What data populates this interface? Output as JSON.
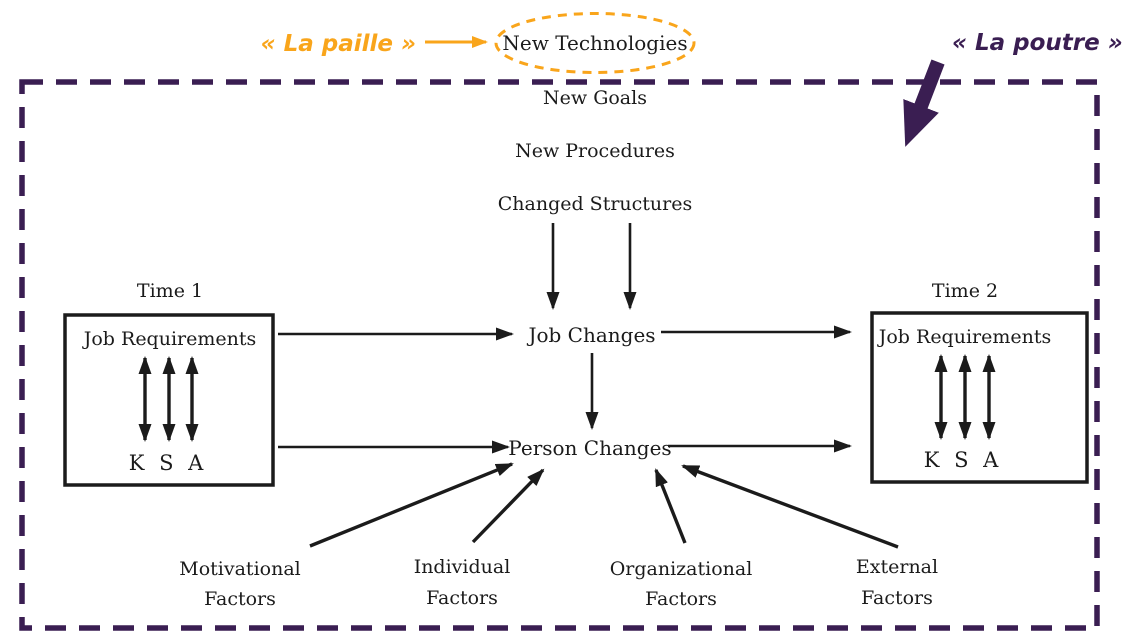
{
  "annotations": {
    "la_paille": "« La paille »",
    "la_poutre": "« La poutre »"
  },
  "top_chain": {
    "new_technologies": "New Technologies",
    "new_goals": "New Goals",
    "new_procedures": "New Procedures",
    "changed_structures": "Changed Structures"
  },
  "center": {
    "job_changes": "Job Changes",
    "person_changes": "Person Changes"
  },
  "time1": {
    "title": "Time 1",
    "box_label": "Job Requirements",
    "ksa": "K S A"
  },
  "time2": {
    "title": "Time 2",
    "box_label": "Job Requirements",
    "ksa": "K S A"
  },
  "factors": [
    {
      "line1": "Motivational",
      "line2": "Factors"
    },
    {
      "line1": "Individual",
      "line2": "Factors"
    },
    {
      "line1": "Organizational",
      "line2": "Factors"
    },
    {
      "line1": "External",
      "line2": "Factors"
    }
  ],
  "colors": {
    "annotation_orange": "#F9A51B",
    "annotation_purple": "#3A1E52",
    "diagram_ink": "#1b1b1b",
    "background": "#ffffff"
  }
}
